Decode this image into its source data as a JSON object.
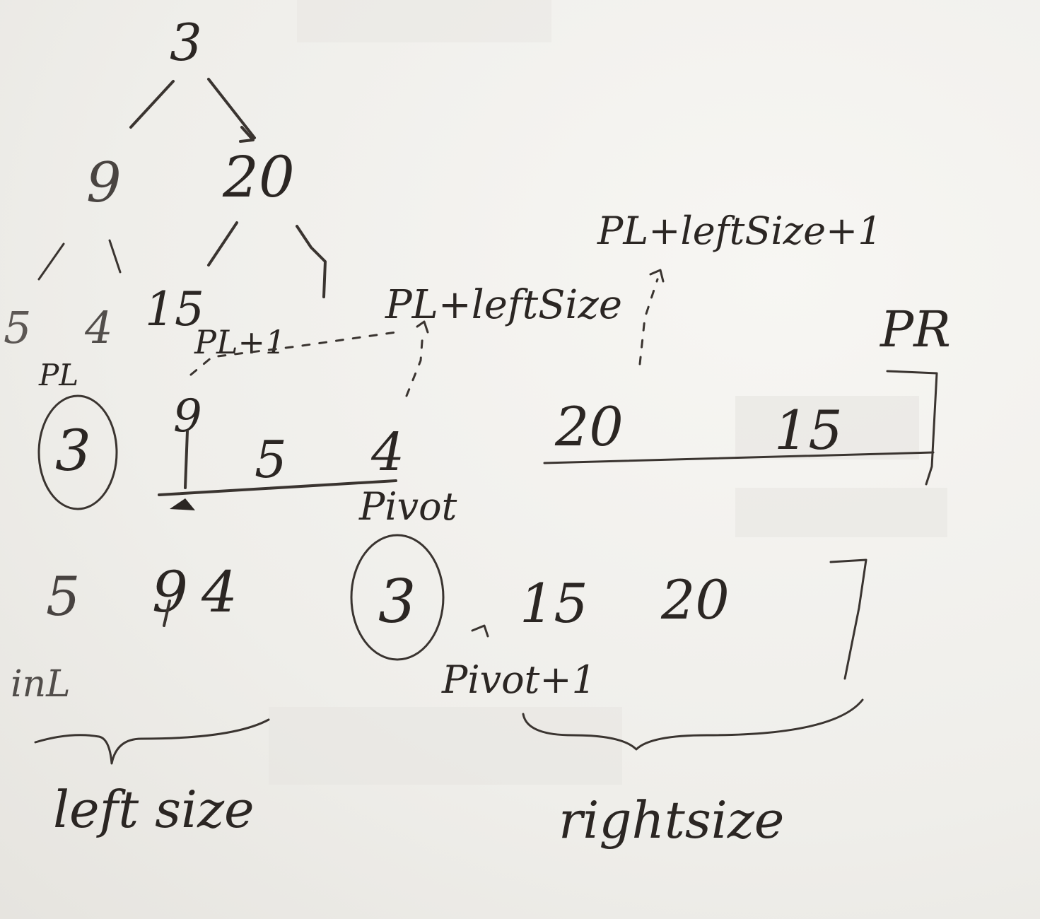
{
  "tree": {
    "root": "3",
    "left_child": "9",
    "right_child": "20",
    "left_grandchildren": [
      "5",
      "4"
    ],
    "right_grandchild": "15"
  },
  "preorder": {
    "label_start": "PL",
    "label_end": "PR",
    "values": [
      "3",
      "9",
      "5",
      "4",
      "20",
      "15"
    ],
    "circled_index": 0,
    "annotations": {
      "pl_plus_1": "PL+1",
      "pl_plus_left_size": "PL+leftSize",
      "pl_plus_left_size_plus_1": "PL+leftSize+1"
    }
  },
  "inorder": {
    "label_start": "inL",
    "values": [
      "5",
      "9",
      "4",
      "3",
      "15",
      "20"
    ],
    "pivot_label": "Pivot",
    "pivot_plus_1_label": "Pivot+1"
  },
  "braces": {
    "left": "left size",
    "right": "rightsize"
  }
}
